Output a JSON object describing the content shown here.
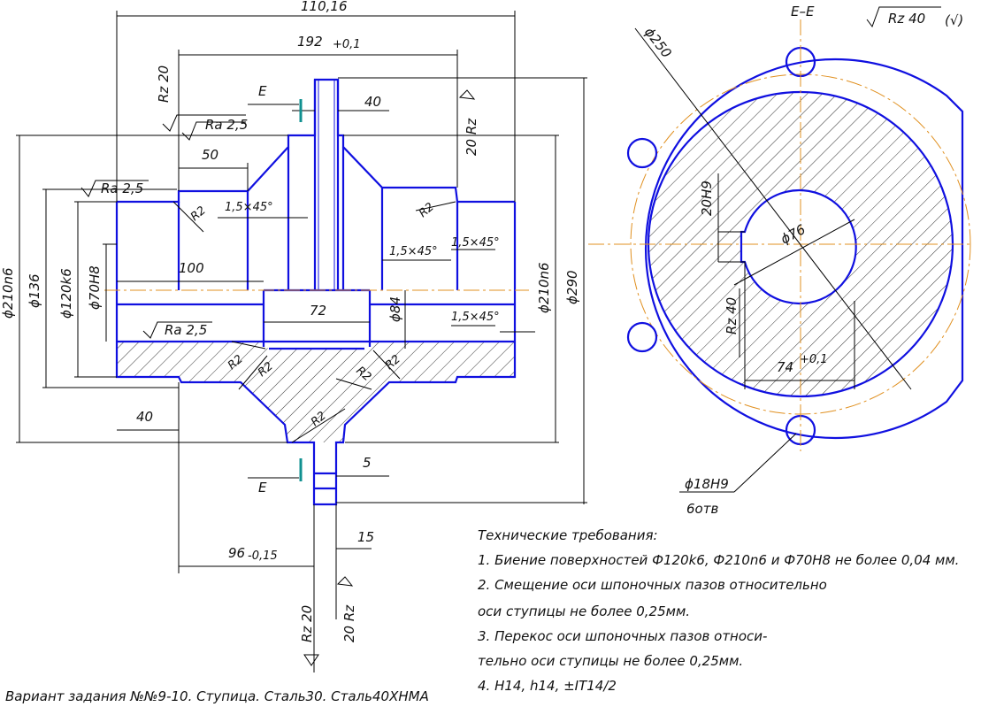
{
  "section_label": "E–E",
  "roughness_general": "Rz 40",
  "dims": {
    "d_total_len": "110,16",
    "d_192": "192",
    "d_192_tol": "+0,1",
    "d_40_top": "40",
    "d_50": "50",
    "d_100": "100",
    "d_72": "72",
    "d_40_bottom": "40",
    "d_5": "5",
    "d_15": "15",
    "d_96": "96",
    "d_96_tol": "-0,15",
    "phi210n6_left": "ϕ210n6",
    "phi136": "ϕ136",
    "phi120k6": "ϕ120k6",
    "phi70H8": "ϕ70H8",
    "phi84": "ϕ84",
    "phi210n6_right": "ϕ210n6",
    "phi290": "ϕ290",
    "phi250": "ϕ250",
    "phi76": "ϕ76",
    "d_20H9": "20H9",
    "d_74": "74",
    "d_74_tol": "+0,1",
    "phi18H9": "ϕ18H9",
    "holes_count": "6отв",
    "chamfer": "1,5×45°",
    "radius": "R2",
    "rz20": "Rz 20",
    "rz40": "Rz 40",
    "rz20_v": "20 Rz",
    "ra25": "Ra 2,5",
    "section_mark": "E"
  },
  "requirements": {
    "title": "Технические требования:",
    "line1": "1. Биение поверхностей Ф120k6, Ф210n6 и Ф70Н8 не более 0,04 мм.",
    "line2": "2. Смещение оси шпоночных пазов относительно",
    "line3": "оси ступицы не более 0,25мм.",
    "line4": "3. Перекос оси шпоночных пазов относи-",
    "line5": "тельно оси ступицы не более 0,25мм.",
    "line6": "4. Н14, h14, ±IT14/2"
  },
  "caption": "Вариант задания №№9-10. Ступица. Сталь30. Сталь40ХНМА",
  "colors": {
    "part": "#1010e0",
    "axis": "#e09020",
    "section_mark": "#109090"
  }
}
